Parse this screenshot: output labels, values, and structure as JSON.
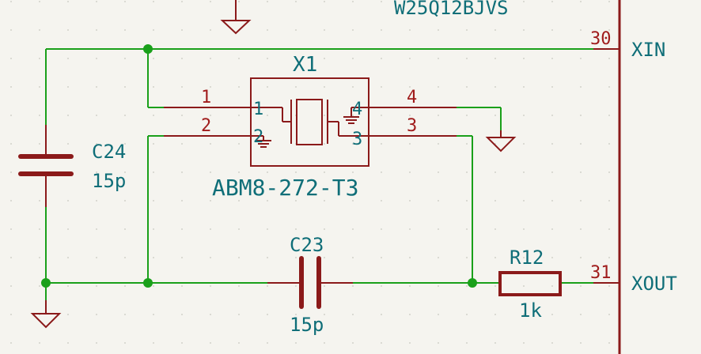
{
  "colors": {
    "background": "#f5f4ef",
    "grid_dot": "#c8c8c0",
    "wire": "#1aa01a",
    "component": "#8b1a1a",
    "text_teal": "#0f6e78",
    "pin_num": "#a01c1c",
    "junction": "#1aa01a"
  },
  "ic_partial": {
    "label": "W25Q12BJVS"
  },
  "ic_pins": {
    "xin": {
      "number": "30",
      "name": "XIN"
    },
    "xout": {
      "number": "31",
      "name": "XOUT"
    }
  },
  "crystal": {
    "ref": "X1",
    "value": "ABM8-272-T3",
    "body_pins": [
      "1",
      "2",
      "3",
      "4"
    ],
    "external_pins": [
      "1",
      "2",
      "3",
      "4"
    ]
  },
  "capacitors": [
    {
      "ref": "C24",
      "value": "15p"
    },
    {
      "ref": "C23",
      "value": "15p"
    }
  ],
  "resistor": {
    "ref": "R12",
    "value": "1k"
  },
  "symbols": {
    "ground": "ground-icon",
    "junction": "junction-dot-icon"
  }
}
